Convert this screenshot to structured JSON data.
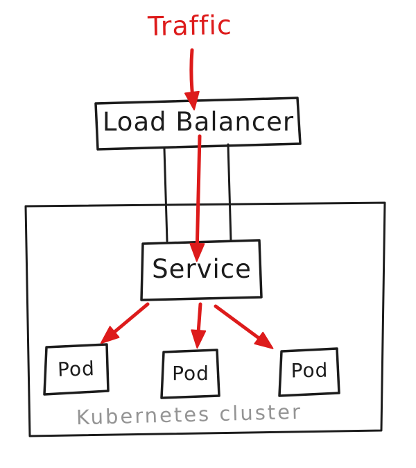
{
  "diagram": {
    "traffic_label": "Traffic",
    "load_balancer": {
      "label": "Load Balancer"
    },
    "service": {
      "label": "Service"
    },
    "pods": [
      "Pod",
      "Pod",
      "Pod"
    ],
    "cluster": {
      "label": "Kubernetes cluster"
    },
    "colors": {
      "arrow_red": "#dd1b1b",
      "stroke_black": "#1c1c1c",
      "cluster_label_gray": "#949494",
      "background": "#ffffff"
    }
  }
}
